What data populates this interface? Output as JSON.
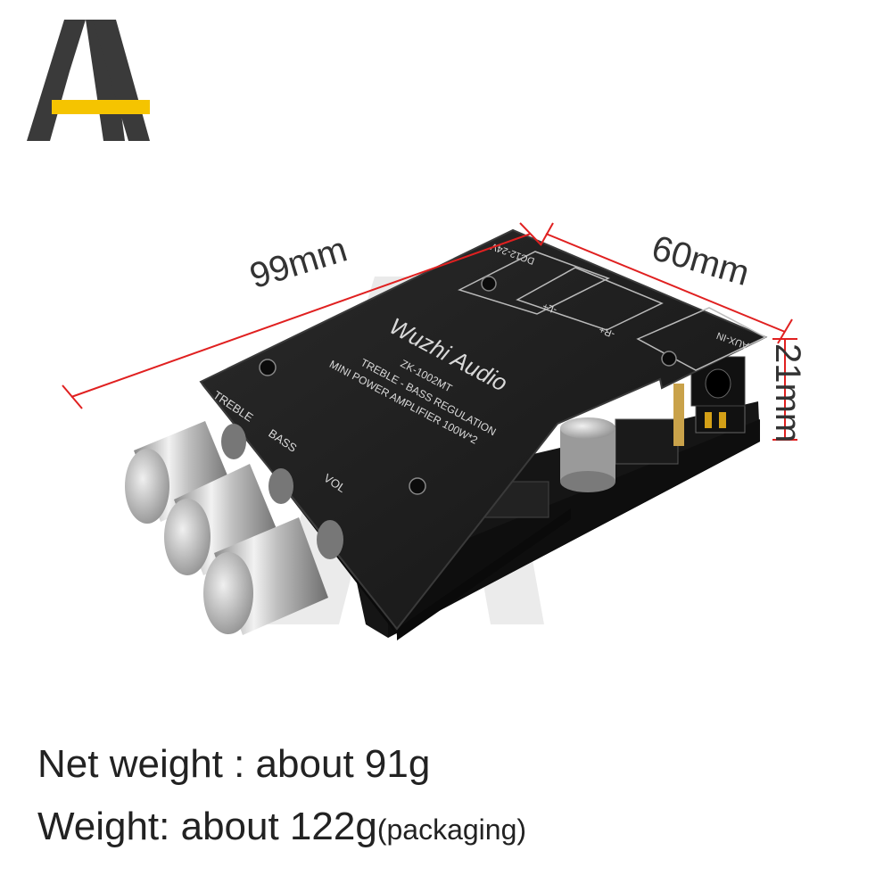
{
  "dimensions": {
    "length": "99mm",
    "width": "60mm",
    "height": "21mm"
  },
  "board_labels": {
    "brand": "Wuzhi Audio",
    "model": "ZK-1002MT",
    "line1": "TREBLE - BASS REGULATION",
    "line2": "MINI POWER AMPLIFIER 100W*2",
    "knob_treble": "TREBLE",
    "knob_bass": "BASS",
    "knob_vol": "VOL",
    "power_in": "DC12-24V",
    "aux_in": "AUX-IN",
    "speaker_l": "-L+",
    "speaker_r": "-R+"
  },
  "specs": {
    "net_weight": "Net weight : about 91g",
    "gross_weight": "Weight: about 122g",
    "gross_note": "(packaging)"
  },
  "colors": {
    "logo_dark": "#3a3a3a",
    "logo_accent": "#f5c400",
    "dimension_line": "#e02020",
    "board": "#1c1c1c",
    "heatsink": "#2a2a2a",
    "knob": "#c8c8c8"
  }
}
